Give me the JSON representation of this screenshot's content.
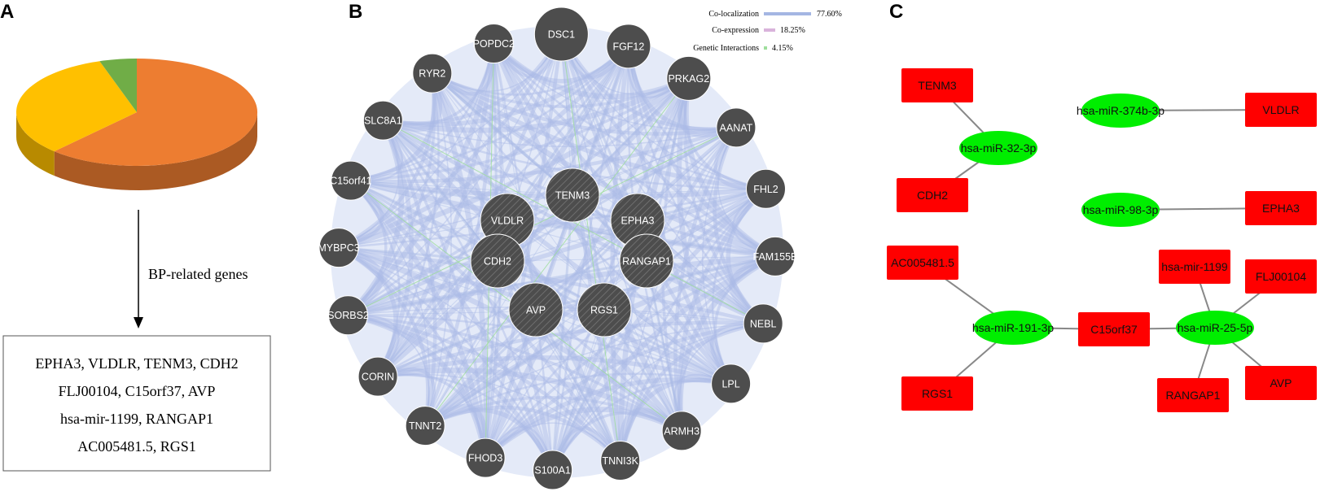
{
  "panels": {
    "a": "A",
    "b": "B",
    "c": "C"
  },
  "panel_a": {
    "pie": [
      {
        "value": 62,
        "color": "#ED7D31"
      },
      {
        "value": 33,
        "color": "#FFC000"
      },
      {
        "value": 5,
        "color": "#70AD47"
      }
    ],
    "arrow_label": "BP-related genes",
    "gene_lines": [
      "EPHA3, VLDLR, TENM3, CDH2",
      "FLJ00104, C15orf37, AVP",
      "hsa-mir-1199, RANGAP1",
      "AC005481.5, RGS1"
    ]
  },
  "panel_b": {
    "legend": [
      {
        "label": "Co-localization",
        "pct": "77.60%",
        "color": "#a4b6e3"
      },
      {
        "label": "Co-expression",
        "pct": "18.25%",
        "color": "#d9b3db"
      },
      {
        "label": "Genetic Interactions",
        "pct": "4.15%",
        "color": "#9ede9c"
      }
    ],
    "outer_genes": [
      "DSC1",
      "FGF12",
      "PRKAG2",
      "AANAT",
      "FHL2",
      "FAM155B",
      "NEBL",
      "LPL",
      "ARMH3",
      "TNNI3K",
      "S100A1",
      "FHOD3",
      "TNNT2",
      "CORIN",
      "SORBS2",
      "MYBPC3",
      "C15orf41",
      "SLC8A1",
      "RYR2",
      "POPDC2"
    ],
    "inner_genes": [
      "TENM3",
      "VLDLR",
      "EPHA3",
      "CDH2",
      "RANGAP1",
      "AVP",
      "RGS1"
    ],
    "node_color": "#4d4d4d",
    "edge_color": "#aabbe6"
  },
  "panel_c": {
    "mirnas": [
      "hsa-miR-32-3p",
      "hsa-miR-374b-3p",
      "hsa-miR-98-3p",
      "hsa-miR-191-3p",
      "hsa-miR-25-5p"
    ],
    "genes": [
      "TENM3",
      "CDH2",
      "VLDLR",
      "EPHA3",
      "AC005481.5",
      "RGS1",
      "C15orf37",
      "hsa-mir-1199",
      "FLJ00104",
      "RANGAP1",
      "AVP"
    ],
    "edges": [
      [
        "TENM3",
        "hsa-miR-32-3p"
      ],
      [
        "CDH2",
        "hsa-miR-32-3p"
      ],
      [
        "hsa-miR-374b-3p",
        "VLDLR"
      ],
      [
        "hsa-miR-98-3p",
        "EPHA3"
      ],
      [
        "AC005481.5",
        "hsa-miR-191-3p"
      ],
      [
        "RGS1",
        "hsa-miR-191-3p"
      ],
      [
        "hsa-miR-191-3p",
        "C15orf37"
      ],
      [
        "C15orf37",
        "hsa-miR-25-5p"
      ],
      [
        "hsa-mir-1199",
        "hsa-miR-25-5p"
      ],
      [
        "FLJ00104",
        "hsa-miR-25-5p"
      ],
      [
        "RANGAP1",
        "hsa-miR-25-5p"
      ],
      [
        "AVP",
        "hsa-miR-25-5p"
      ]
    ],
    "mirna_color": "#00ee00",
    "gene_color": "#ff0000"
  }
}
